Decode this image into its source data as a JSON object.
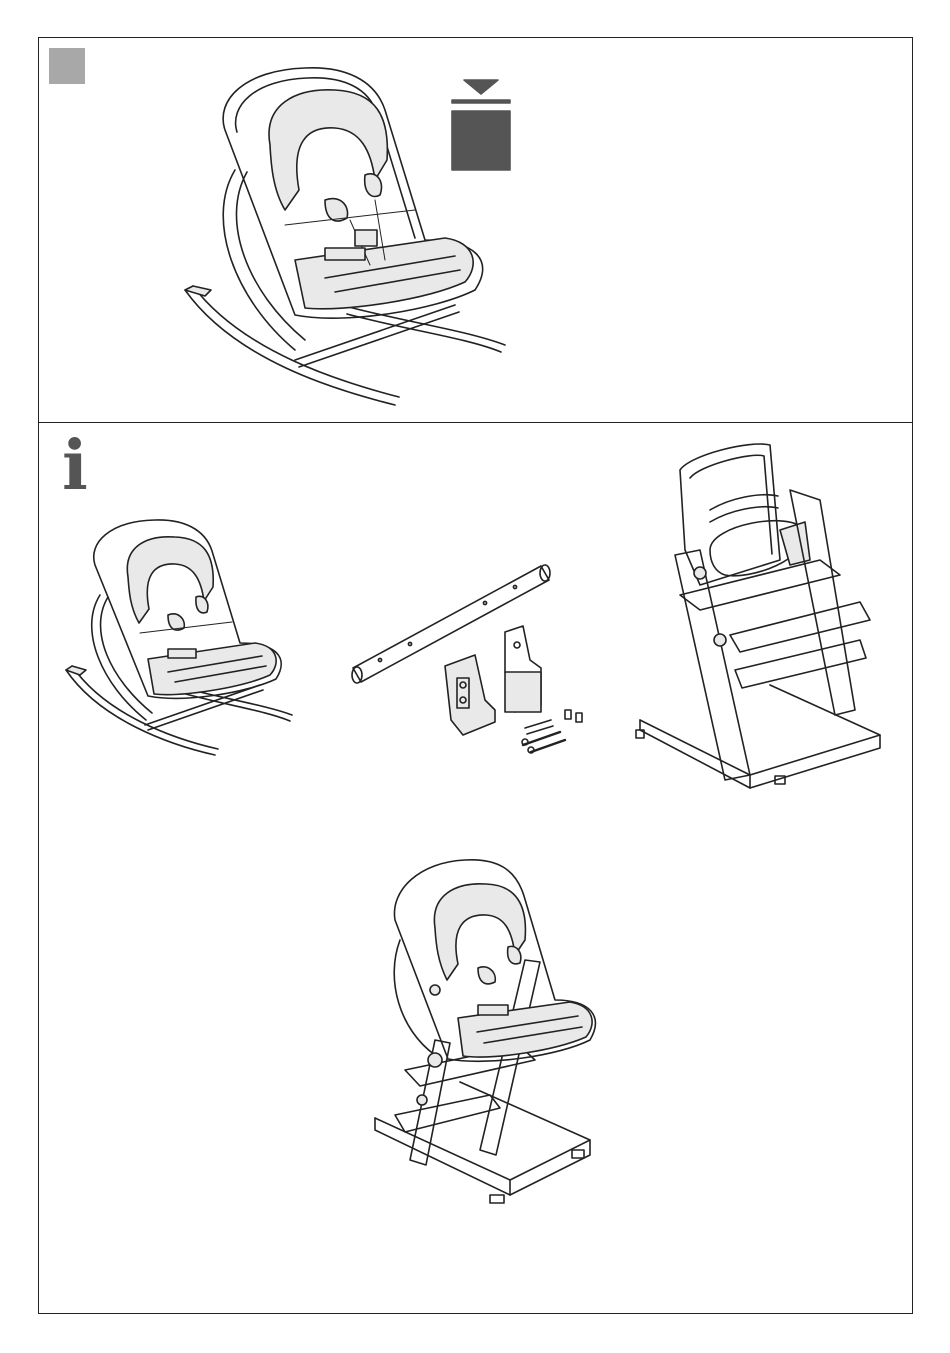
{
  "panels": [
    {
      "id": "top",
      "marker": "grey-square",
      "items": [
        "bouncer-seat-on-rockers",
        "press-down-symbol"
      ]
    },
    {
      "id": "bottom",
      "marker": "info-icon",
      "info_glyph": "i",
      "items": [
        "bouncer-seat-on-rockers",
        "mounting-kit-bar-brackets-screws",
        "high-chair",
        "bouncer-seat-mounted-on-high-chair"
      ]
    }
  ],
  "colors": {
    "marker_square": "#a8a8a8",
    "press_symbol": "#555555",
    "line": "#222222"
  }
}
